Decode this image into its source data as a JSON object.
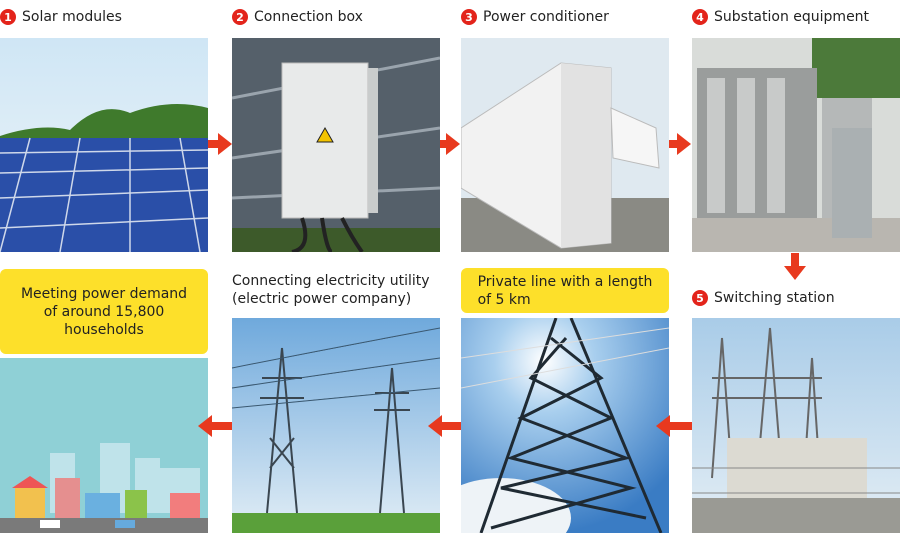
{
  "steps": [
    {
      "num": "1",
      "label": "Solar modules"
    },
    {
      "num": "2",
      "label": "Connection box"
    },
    {
      "num": "3",
      "label": "Power conditioner"
    },
    {
      "num": "4",
      "label": "Substation equipment"
    },
    {
      "num": "5",
      "label": "Switching station"
    }
  ],
  "private_line": {
    "line1": "Private line with a length",
    "line2": "of 5 km"
  },
  "utility": {
    "line1": "Connecting electricity utility",
    "line2": "(electric power company)"
  },
  "demand": {
    "line1": "Meeting power demand",
    "line2": "of around 15,800",
    "line3": "households"
  },
  "colors": {
    "accent": "#e8391e",
    "highlight": "#fde02a"
  }
}
